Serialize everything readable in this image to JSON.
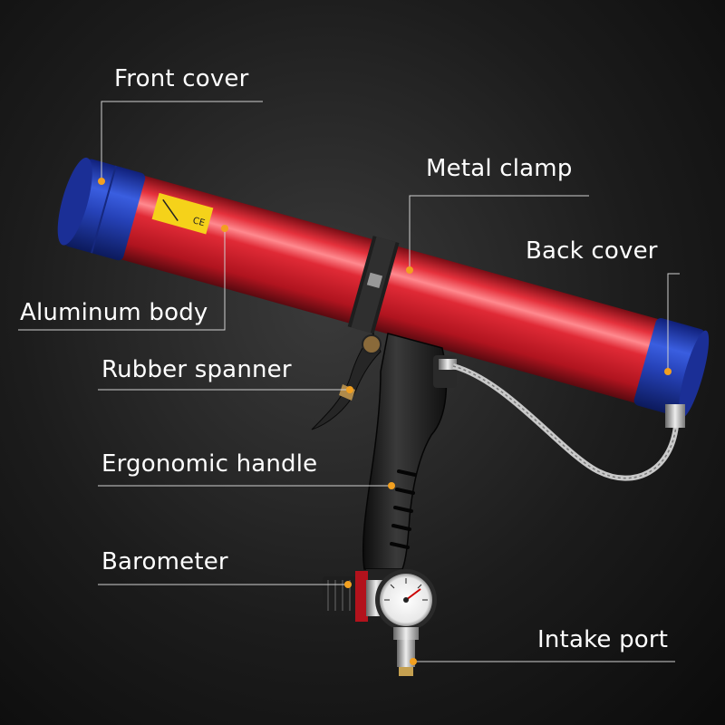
{
  "colors": {
    "background": "#151515",
    "barrel_red": "#d8222b",
    "cover_blue": "#2340b8",
    "handle_black": "#1a1a1a",
    "leader_line": "#d0d0d0",
    "label_text": "#ffffff"
  },
  "product": {
    "warning_sticker": "CE"
  },
  "labels": {
    "front_cover": "Front cover",
    "metal_clamp": "Metal clamp",
    "back_cover": "Back cover",
    "aluminum_body": "Aluminum body",
    "rubber_spanner": "Rubber spanner",
    "ergonomic_handle": "Ergonomic handle",
    "barometer": "Barometer",
    "intake_port": "Intake port"
  }
}
